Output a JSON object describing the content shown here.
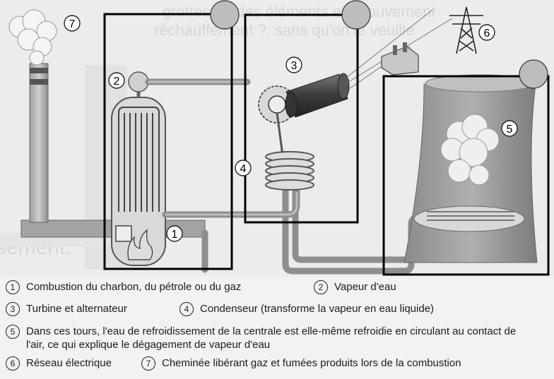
{
  "background_text": [
    "grottes ou des éléments en mouvement",
    "réchauffement ?, sans qu'on le veuille",
    "...",
    "...",
    "...",
    "sement."
  ],
  "markers": [
    "1",
    "2",
    "3",
    "4",
    "5",
    "6",
    "7"
  ],
  "legend": [
    {
      "num": "1",
      "text": "Combustion du charbon, du pétrole ou du gaz"
    },
    {
      "num": "2",
      "text": "Vapeur d'eau"
    },
    {
      "num": "3",
      "text": "Turbine et alternateur"
    },
    {
      "num": "4",
      "text": "Condenseur (transforme la vapeur en eau liquide)"
    },
    {
      "num": "5",
      "text": "Dans ces tours, l'eau de refroidissement de la centrale est elle-même refroidie en circulant au contact de l'air, ce qui explique le dégagement de vapeur d'eau"
    },
    {
      "num": "6",
      "text": "Réseau électrique"
    },
    {
      "num": "7",
      "text": "Cheminée libérant gaz et fumées produits lors de la combustion"
    }
  ],
  "colors": {
    "outline": "#000000",
    "pipe": "#8e8e8e",
    "tower": "#9a9a9a",
    "handle_circle": "#bdbdbd"
  }
}
